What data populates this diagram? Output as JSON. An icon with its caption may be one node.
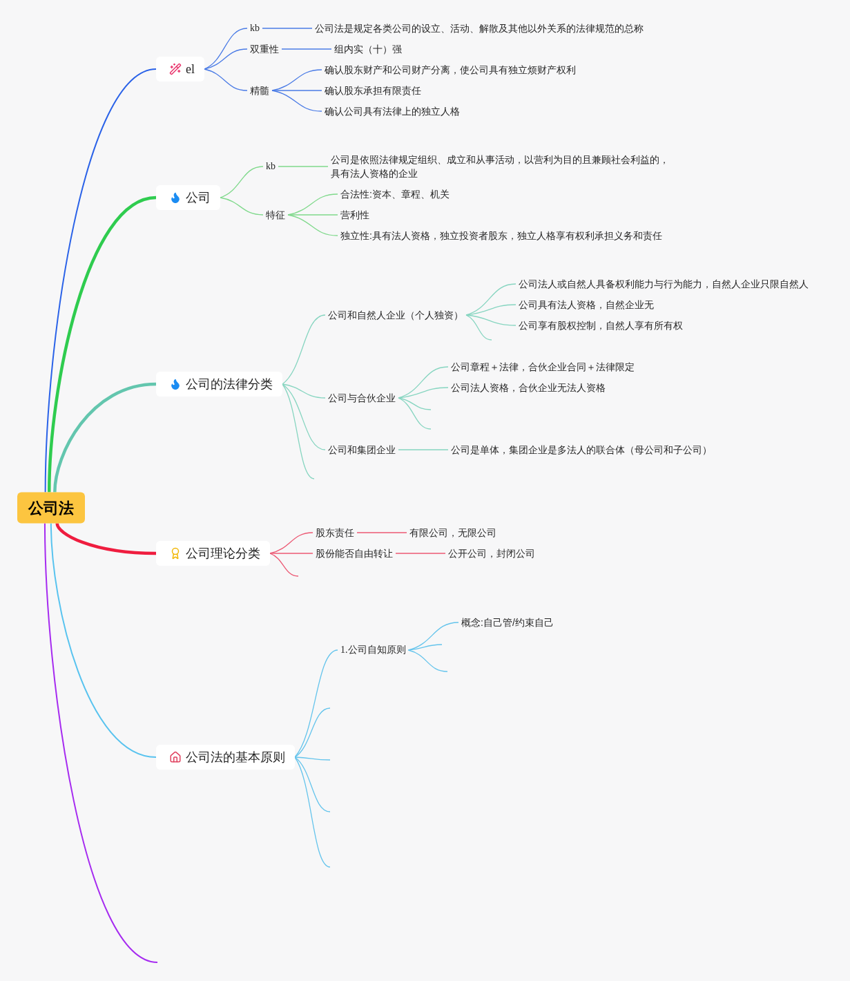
{
  "diagram": {
    "nodes": [
      {
        "text": [
          "公司法"
        ]
      },
      {
        "text": [
          "el"
        ]
      },
      {
        "text": [
          "kb"
        ]
      },
      {
        "text": [
          "公司法是规定各类公司的设立、活动、解散及其他以外关系的法律规范的总称"
        ]
      },
      {
        "text": [
          "双重性"
        ]
      },
      {
        "text": [
          "组内实（十）强"
        ]
      },
      {
        "text": [
          "精髓"
        ]
      },
      {
        "text": [
          "确认股东财产和公司财产分离，使公司具有独立烦财产权利"
        ]
      },
      {
        "text": [
          "确认股东承担有限责任"
        ]
      },
      {
        "text": [
          "确认公司具有法律上的独立人格"
        ]
      },
      {
        "text": [
          "公司"
        ]
      },
      {
        "text": [
          "kb"
        ]
      },
      {
        "text": [
          "公司是依照法律规定组织、成立和从事活动，以营利为目的且兼顾社会利益的，具有法人资格的企业"
        ]
      },
      {
        "text": [
          "特征"
        ]
      },
      {
        "text": [
          "合法性:资本、章程、机关"
        ]
      },
      {
        "text": [
          "营利性"
        ]
      },
      {
        "text": [
          "独立性:具有法人资格，独立投资者股东，独立人格享有权利承担义务和责任"
        ]
      },
      {
        "text": [
          "公司的法律分类"
        ]
      },
      {
        "text": [
          "公司和自然人企业（个人独资）"
        ]
      },
      {
        "text": [
          "公司法人或自然人具备权利能力与行为能力，自然人企业只限自然人"
        ]
      },
      {
        "text": [
          "公司具有法人资格，自然企业无"
        ]
      },
      {
        "text": [
          "公司享有股权控制，自然人享有所有权"
        ]
      },
      {
        "text": [
          "公司与合伙企业"
        ]
      },
      {
        "text": [
          "公司章程＋法律，合伙企业合同＋法律限定"
        ]
      },
      {
        "text": [
          "公司法人资格，合伙企业无法人资格"
        ]
      },
      {
        "text": [
          "公司和集团企业"
        ]
      },
      {
        "text": [
          "公司是单体，集团企业是多法人的联合体（母公司和子公司）"
        ]
      },
      {
        "text": [
          "公司理论分类"
        ]
      },
      {
        "text": [
          "股东责任"
        ]
      },
      {
        "text": [
          "有限公司，无限公司"
        ]
      },
      {
        "text": [
          "股份能否自由转让"
        ]
      },
      {
        "text": [
          "公开公司，封闭公司"
        ]
      },
      {
        "text": [
          "公司法的基本原则"
        ]
      },
      {
        "text": [
          "1.公司自知原则"
        ]
      },
      {
        "text": [
          "概念:自己管/约束自己"
        ]
      }
    ],
    "edges": [
      {
        "from": 0,
        "to": 1,
        "arrow": "none",
        "color": "#2a62e8"
      },
      {
        "from": 1,
        "to": 2,
        "arrow": "none",
        "color": "#4a7be6"
      },
      {
        "from": 1,
        "to": 4,
        "arrow": "none",
        "color": "#4a7be6"
      },
      {
        "from": 1,
        "to": 6,
        "arrow": "none",
        "color": "#4a7be6"
      },
      {
        "from": 2,
        "to": 3,
        "arrow": "none",
        "color": "#4a7be6"
      },
      {
        "from": 4,
        "to": 5,
        "arrow": "none",
        "color": "#4a7be6"
      },
      {
        "from": 6,
        "to": 7,
        "arrow": "none",
        "color": "#4a7be6"
      },
      {
        "from": 6,
        "to": 8,
        "arrow": "none",
        "color": "#4a7be6"
      },
      {
        "from": 6,
        "to": 9,
        "arrow": "none",
        "color": "#4a7be6"
      },
      {
        "from": 0,
        "to": 10,
        "arrow": "none",
        "style": "thick",
        "color": "#2fcc4f"
      },
      {
        "from": 10,
        "to": 11,
        "arrow": "none",
        "color": "#7fd98b"
      },
      {
        "from": 10,
        "to": 13,
        "arrow": "none",
        "color": "#7fd98b"
      },
      {
        "from": 11,
        "to": 12,
        "arrow": "none",
        "color": "#7fd98b"
      },
      {
        "from": 13,
        "to": 14,
        "arrow": "none",
        "color": "#7fd98b"
      },
      {
        "from": 13,
        "to": 15,
        "arrow": "none",
        "color": "#7fd98b"
      },
      {
        "from": 13,
        "to": 16,
        "arrow": "none",
        "color": "#7fd98b"
      },
      {
        "from": 0,
        "to": 17,
        "arrow": "none",
        "style": "thick",
        "color": "#63c6ae"
      },
      {
        "from": 17,
        "to": 18,
        "arrow": "none",
        "color": "#86d5c0"
      },
      {
        "from": 17,
        "to": 22,
        "arrow": "none",
        "color": "#86d5c0"
      },
      {
        "from": 17,
        "to": 25,
        "arrow": "none",
        "color": "#86d5c0"
      },
      {
        "from": 17,
        "to": null,
        "arrow": "none",
        "color": "#86d5c0"
      },
      {
        "from": 18,
        "to": 19,
        "arrow": "none",
        "color": "#86d5c0"
      },
      {
        "from": 18,
        "to": 20,
        "arrow": "none",
        "color": "#86d5c0"
      },
      {
        "from": 18,
        "to": 21,
        "arrow": "none",
        "color": "#86d5c0"
      },
      {
        "from": 18,
        "to": null,
        "arrow": "none",
        "color": "#86d5c0"
      },
      {
        "from": 22,
        "to": 23,
        "arrow": "none",
        "color": "#86d5c0"
      },
      {
        "from": 22,
        "to": 24,
        "arrow": "none",
        "color": "#86d5c0"
      },
      {
        "from": 22,
        "to": null,
        "arrow": "none",
        "color": "#86d5c0"
      },
      {
        "from": 22,
        "to": null,
        "arrow": "none",
        "color": "#86d5c0"
      },
      {
        "from": 25,
        "to": 26,
        "arrow": "none",
        "color": "#86d5c0"
      },
      {
        "from": 0,
        "to": 27,
        "arrow": "none",
        "style": "thick",
        "color": "#ef1d3f"
      },
      {
        "from": 27,
        "to": 28,
        "arrow": "none",
        "color": "#ec5873"
      },
      {
        "from": 27,
        "to": 30,
        "arrow": "none",
        "color": "#ec5873"
      },
      {
        "from": 27,
        "to": null,
        "arrow": "none",
        "color": "#ec5873"
      },
      {
        "from": 28,
        "to": 29,
        "arrow": "none",
        "color": "#ec5873"
      },
      {
        "from": 30,
        "to": 31,
        "arrow": "none",
        "color": "#ec5873"
      },
      {
        "from": 0,
        "to": 32,
        "arrow": "none",
        "color": "#58c3ef"
      },
      {
        "from": 32,
        "to": 33,
        "arrow": "none",
        "color": "#64c4ec"
      },
      {
        "from": 32,
        "to": null,
        "arrow": "none",
        "color": "#64c4ec"
      },
      {
        "from": 32,
        "to": null,
        "arrow": "none",
        "color": "#64c4ec"
      },
      {
        "from": 32,
        "to": null,
        "arrow": "none",
        "color": "#64c4ec"
      },
      {
        "from": 32,
        "to": null,
        "arrow": "none",
        "color": "#64c4ec"
      },
      {
        "from": 33,
        "to": 34,
        "arrow": "none",
        "color": "#64c4ec"
      },
      {
        "from": 33,
        "to": null,
        "arrow": "none",
        "color": "#64c4ec"
      },
      {
        "from": 33,
        "to": null,
        "arrow": "none",
        "color": "#64c4ec"
      },
      {
        "from": 0,
        "to": null,
        "arrow": "none",
        "color": "#a62bf0"
      }
    ]
  }
}
